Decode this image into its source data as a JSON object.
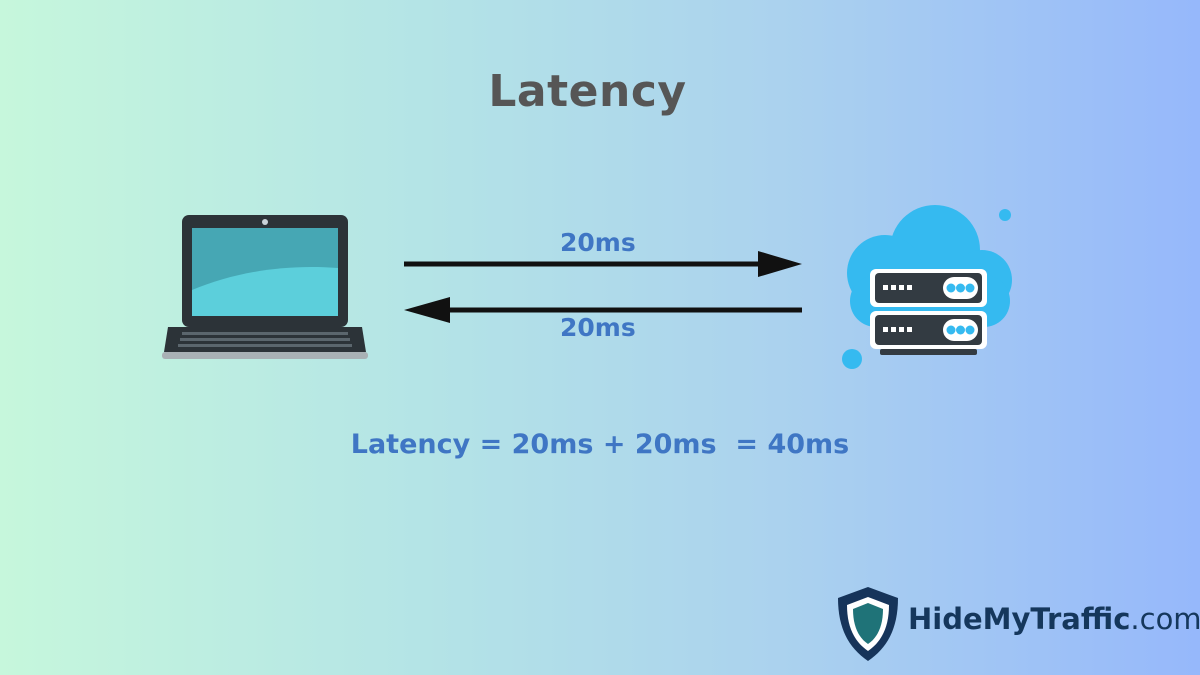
{
  "diagram": {
    "title": "Latency",
    "forward_label": "20ms",
    "return_label": "20ms",
    "formula": "Latency = 20ms + 20ms  = 40ms"
  },
  "brand": {
    "name": "HideMyTraffic",
    "domain_suffix": ".com"
  },
  "icons": {
    "client": "laptop-icon",
    "server": "cloud-server-icon",
    "logo": "shield-logo-icon"
  },
  "colors": {
    "text_accent": "#3f76c4",
    "title": "#565656",
    "cloud": "#35baf0",
    "laptop_screen": "#4fb9c6",
    "server": "#333b42",
    "brand_text": "#15375c"
  }
}
